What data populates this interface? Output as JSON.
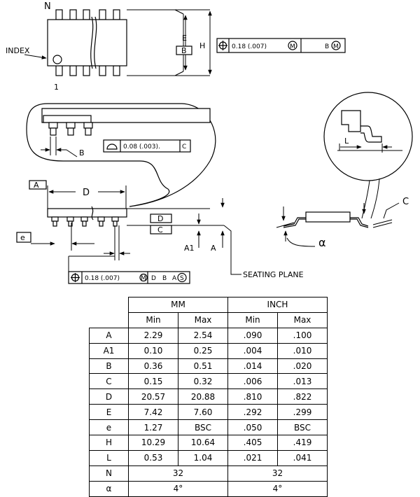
{
  "labels": {
    "pin_n": "N",
    "index": "INDEX",
    "pin_1": "1",
    "e_label": "E",
    "b_datum_top": "B",
    "h_label": "H",
    "fcf_top_tol": "0.18 (.007)",
    "fcf_top_m": "M",
    "fcf_top_datum": "B",
    "b_lead": "B",
    "fcf_flat_tol": "0.08 (.003).",
    "fcf_flat_datum": "C",
    "a_datum": "A",
    "d_label": "D",
    "d_datum": "D",
    "c_datum": "C",
    "e_pitch": "e",
    "a1_label": "A1",
    "a_label": "A",
    "fcf_bot_tol": "0.18 (.007)",
    "fcf_bot_d1": "D",
    "fcf_bot_d2": "B",
    "fcf_bot_d3": "A",
    "fcf_bot_s": "S",
    "seating_plane": "SEATING PLANE",
    "l_label": "L",
    "c_label": "C",
    "alpha_label": "α"
  },
  "table": {
    "group_headers": [
      "MM",
      "INCH"
    ],
    "sub_headers": [
      "Min",
      "Max",
      "Min",
      "Max"
    ],
    "rows": [
      {
        "sym": "A",
        "mm_min": "2.29",
        "mm_max": "2.54",
        "in_min": ".090",
        "in_max": ".100"
      },
      {
        "sym": "A1",
        "mm_min": "0.10",
        "mm_max": "0.25",
        "in_min": ".004",
        "in_max": ".010"
      },
      {
        "sym": "B",
        "mm_min": "0.36",
        "mm_max": "0.51",
        "in_min": ".014",
        "in_max": ".020"
      },
      {
        "sym": "C",
        "mm_min": "0.15",
        "mm_max": "0.32",
        "in_min": ".006",
        "in_max": ".013"
      },
      {
        "sym": "D",
        "mm_min": "20.57",
        "mm_max": "20.88",
        "in_min": ".810",
        "in_max": ".822"
      },
      {
        "sym": "E",
        "mm_min": "7.42",
        "mm_max": "7.60",
        "in_min": ".292",
        "in_max": ".299"
      },
      {
        "sym": "e",
        "mm_min": "1.27",
        "mm_max": "BSC",
        "in_min": ".050",
        "in_max": "BSC"
      },
      {
        "sym": "H",
        "mm_min": "10.29",
        "mm_max": "10.64",
        "in_min": ".405",
        "in_max": ".419"
      },
      {
        "sym": "L",
        "mm_min": "0.53",
        "mm_max": "1.04",
        "in_min": ".021",
        "in_max": ".041"
      }
    ],
    "span_rows": [
      {
        "sym": "N",
        "mm": "32",
        "inch": "32"
      },
      {
        "sym": "α",
        "mm": "4°",
        "inch": "4°"
      }
    ]
  }
}
